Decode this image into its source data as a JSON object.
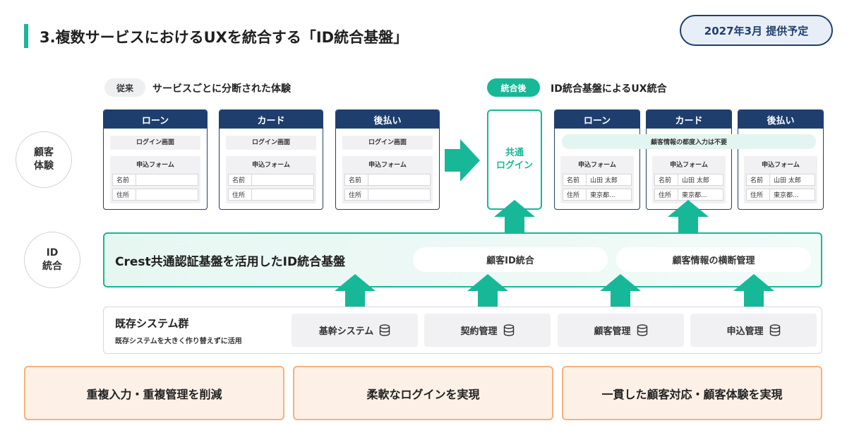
{
  "header": {
    "title": "3.複数サービスにおけるUXを統合する「ID統合基盤」",
    "date_badge": "2027年3月 提供予定"
  },
  "rows": {
    "customer_label": [
      "顧客",
      "体験"
    ],
    "id_label": [
      "ID",
      "統合"
    ]
  },
  "before": {
    "tag": "従来",
    "caption": "サービスごとに分断された体験",
    "cards": [
      {
        "title": "ローン",
        "login": "ログイン画面",
        "form": "申込フォーム",
        "fields": [
          {
            "label": "名前",
            "value": ""
          },
          {
            "label": "住所",
            "value": ""
          }
        ]
      },
      {
        "title": "カード",
        "login": "ログイン画面",
        "form": "申込フォーム",
        "fields": [
          {
            "label": "名前",
            "value": ""
          },
          {
            "label": "住所",
            "value": ""
          }
        ]
      },
      {
        "title": "後払い",
        "login": "ログイン画面",
        "form": "申込フォーム",
        "fields": [
          {
            "label": "名前",
            "value": ""
          },
          {
            "label": "住所",
            "value": ""
          }
        ]
      }
    ]
  },
  "after": {
    "tag": "統合後",
    "caption": "ID統合基盤によるUX統合",
    "common_login": [
      "共通",
      "ログイン"
    ],
    "note": "顧客情報の都度入力は不要",
    "cards": [
      {
        "title": "ローン",
        "form": "申込フォーム",
        "fields": [
          {
            "label": "名前",
            "value": "山田 太郎"
          },
          {
            "label": "住所",
            "value": "東京都..."
          }
        ]
      },
      {
        "title": "カード",
        "form": "申込フォーム",
        "fields": [
          {
            "label": "名前",
            "value": "山田 太郎"
          },
          {
            "label": "住所",
            "value": "東京都..."
          }
        ]
      },
      {
        "title": "後払い",
        "form": "申込フォーム",
        "fields": [
          {
            "label": "名前",
            "value": "山田 太郎"
          },
          {
            "label": "住所",
            "value": "東京都..."
          }
        ]
      }
    ]
  },
  "platform": {
    "title": "Crest共通認証基盤を活用したID統合基盤",
    "features": [
      "顧客ID統合",
      "顧客情報の横断管理"
    ]
  },
  "legacy": {
    "title": "既存システム群",
    "subtitle": "既存システムを大きく作り替えずに活用",
    "systems": [
      {
        "label": "基幹システム",
        "icon": "database-icon"
      },
      {
        "label": "契約管理",
        "icon": "database-icon"
      },
      {
        "label": "顧客管理",
        "icon": "database-icon"
      },
      {
        "label": "申込管理",
        "icon": "database-icon"
      }
    ]
  },
  "outcomes": [
    "重複入力・重複管理を削減",
    "柔軟なログインを実現",
    "一貫した顧客対応・顧客体験を実現"
  ],
  "colors": {
    "accent_green": "#17b897",
    "navy": "#1e3f6e",
    "outcome_border": "#f4b27f",
    "outcome_fill": "#fdf1e7"
  }
}
